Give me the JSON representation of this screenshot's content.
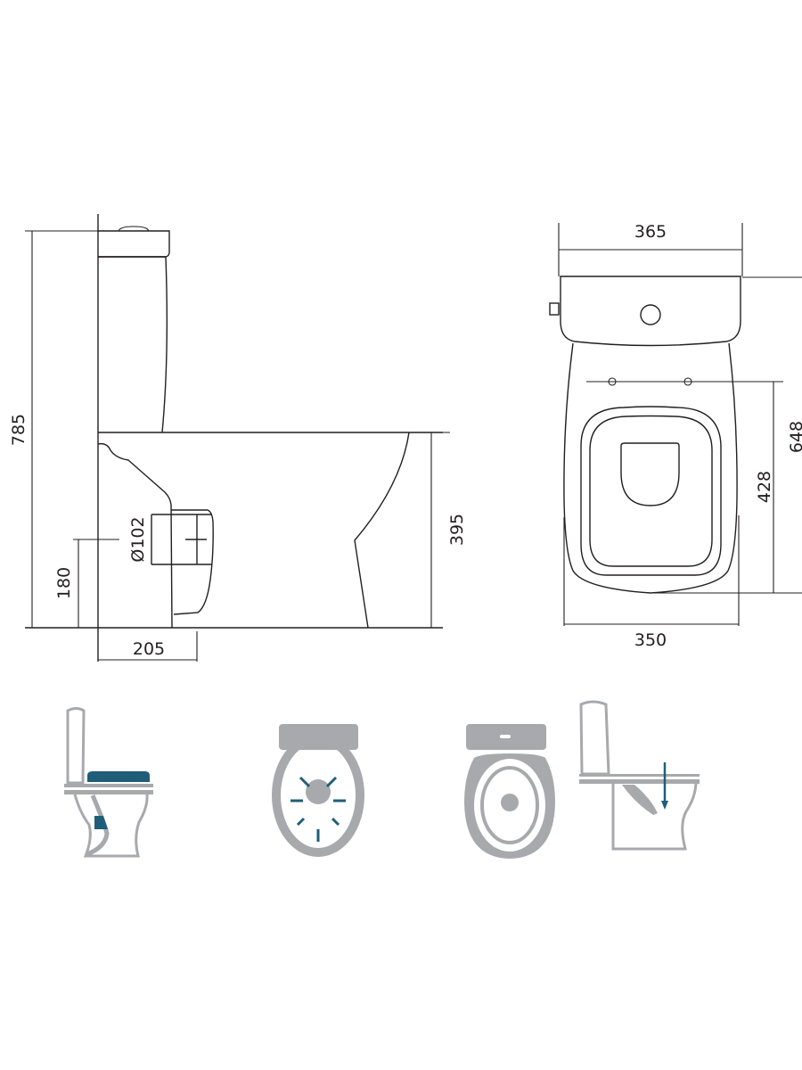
{
  "side_view": {
    "total_height": "785",
    "bowl_height": "395",
    "outlet_height": "180",
    "outlet_diameter": "Ø102",
    "outlet_distance": "205"
  },
  "top_view": {
    "tank_width": "365",
    "bowl_width": "350",
    "hinge_to_front": "428",
    "total_depth": "648"
  },
  "feature_icons": [
    {
      "name": "soft-close-seat"
    },
    {
      "name": "rimless-flush"
    },
    {
      "name": "bowl-top-view"
    },
    {
      "name": "vertical-outlet"
    }
  ],
  "colors": {
    "line": "#231f20",
    "icon_gray": "#a7a9ac",
    "accent_blue": "#1f5d7a"
  }
}
